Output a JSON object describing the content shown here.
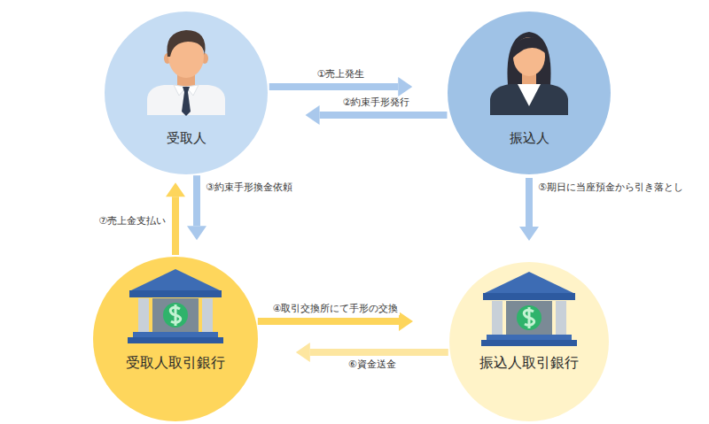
{
  "diagram": {
    "nodes": [
      {
        "text": [
          "受取人"
        ]
      },
      {
        "text": [
          "振込人"
        ]
      },
      {
        "text": [
          "受取人取引銀行"
        ]
      },
      {
        "text": [
          "振込人取引銀行"
        ]
      }
    ],
    "edges": [
      {
        "from": 0,
        "to": 1,
        "arrow": "to",
        "label": "①売上発生"
      },
      {
        "from": 1,
        "to": 0,
        "arrow": "to",
        "label": "②約束手形発行"
      },
      {
        "from": 0,
        "to": 2,
        "arrow": "to",
        "label": "③約束手形換金依頼"
      },
      {
        "from": 2,
        "to": 3,
        "arrow": "to",
        "label": "④取引交換所にて手形の交換"
      },
      {
        "from": 1,
        "to": 3,
        "arrow": "to",
        "label": "⑤期日に当座預金から引き落とし"
      },
      {
        "from": 3,
        "to": 2,
        "arrow": "to",
        "label": "⑥資金送金"
      },
      {
        "from": 2,
        "to": 0,
        "arrow": "to",
        "label": "⑦売上金支払い"
      }
    ]
  }
}
